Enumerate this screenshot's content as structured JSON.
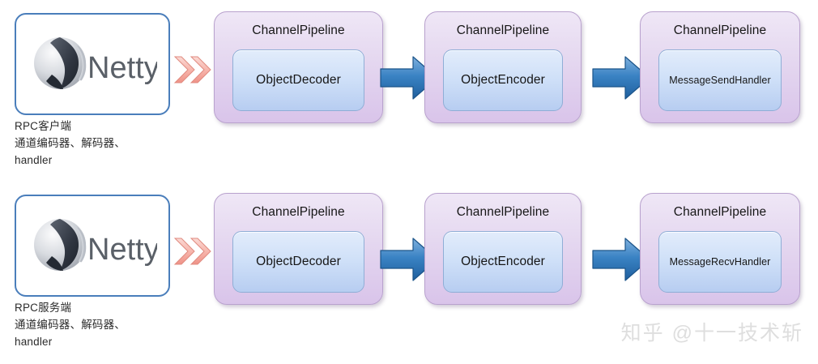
{
  "diagram": {
    "title": "Netty RPC ChannelPipeline flow",
    "colors": {
      "pipeline_fill": "#e5d8f0",
      "pipeline_border": "#b9a2ce",
      "handler_fill": "#cfe0f8",
      "handler_border": "#8faed6",
      "netty_border": "#4a7ebb",
      "blue_arrow": "#2e75b6",
      "pink_chevron": "#f4a9a0",
      "watermark": "#dedede"
    }
  },
  "rows": [
    {
      "id": "client",
      "source": {
        "logo_label": "Netty",
        "icon": "netty-logo-icon"
      },
      "caption": [
        "RPC客户端",
        "通道编码器、解码器、",
        "handler"
      ],
      "connector": "pink-chevron-icon",
      "stages": [
        {
          "title": "ChannelPipeline",
          "handler": "ObjectDecoder",
          "handler_size": "normal"
        },
        {
          "title": "ChannelPipeline",
          "handler": "ObjectEncoder",
          "handler_size": "normal"
        },
        {
          "title": "ChannelPipeline",
          "handler": "MessageSendHandler",
          "handler_size": "small"
        }
      ],
      "arrows": [
        "blue-right-arrow-icon",
        "blue-right-arrow-icon"
      ]
    },
    {
      "id": "server",
      "source": {
        "logo_label": "Netty",
        "icon": "netty-logo-icon"
      },
      "caption": [
        "RPC服务端",
        "通道编码器、解码器、",
        "handler"
      ],
      "connector": "pink-chevron-icon",
      "stages": [
        {
          "title": "ChannelPipeline",
          "handler": "ObjectDecoder",
          "handler_size": "normal"
        },
        {
          "title": "ChannelPipeline",
          "handler": "ObjectEncoder",
          "handler_size": "normal"
        },
        {
          "title": "ChannelPipeline",
          "handler": "MessageRecvHandler",
          "handler_size": "small"
        }
      ],
      "arrows": [
        "blue-right-arrow-icon",
        "blue-right-arrow-icon"
      ]
    }
  ],
  "watermark": {
    "text": "知乎 @十一技术斩"
  }
}
